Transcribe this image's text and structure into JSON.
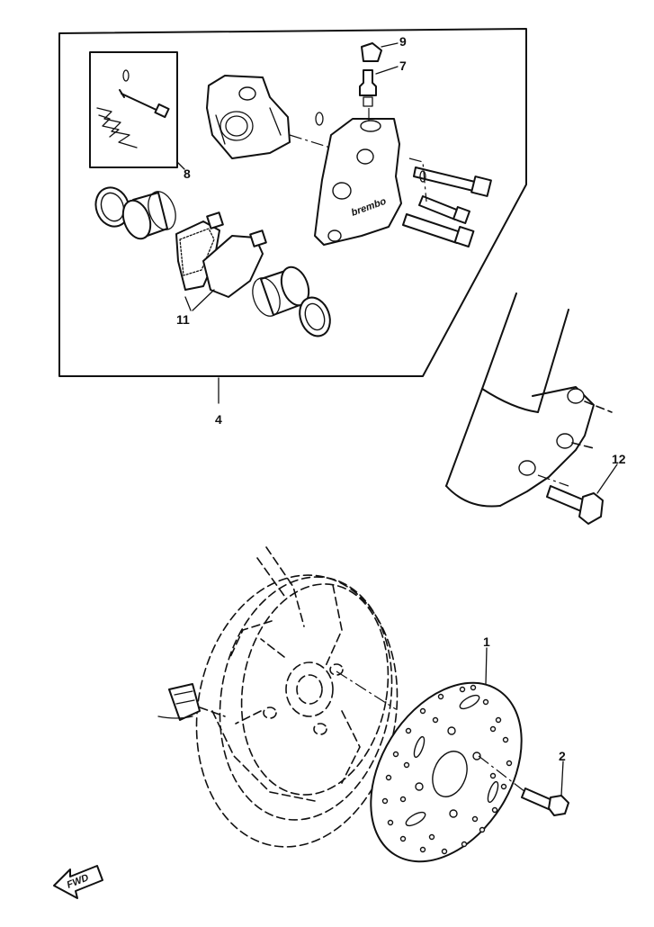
{
  "callouts": {
    "c1": "1",
    "c2": "2",
    "c4": "4",
    "c7": "7",
    "c8": "8",
    "c9": "9",
    "c11": "11",
    "c12": "12"
  },
  "direction_badge": "FWD",
  "caliper_logo_text": "brembo"
}
